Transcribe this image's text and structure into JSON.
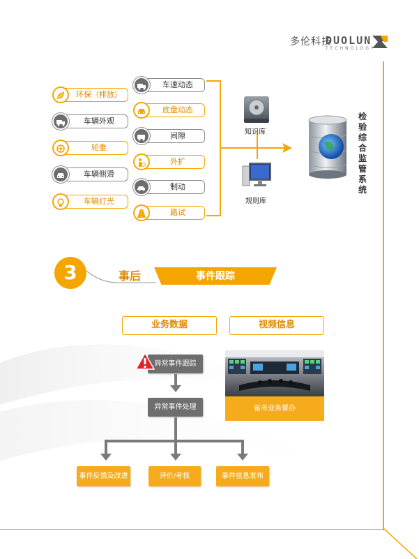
{
  "brand": {
    "name_cn": "多伦科技",
    "name_en": "DUOLUN",
    "tagline_en": "TECHNOLOGY"
  },
  "left_items": [
    {
      "label": "环保（排放）",
      "style": "orange",
      "icon": "leaf-icon"
    },
    {
      "label": "车辆外观",
      "style": "gray",
      "icon": "truck-icon"
    },
    {
      "label": "轮重",
      "style": "orange",
      "icon": "wheel-icon"
    },
    {
      "label": "车辆侧滑",
      "style": "gray",
      "icon": "car-front-icon"
    },
    {
      "label": "车辆灯光",
      "style": "orange",
      "icon": "bulb-icon"
    }
  ],
  "middle_items": [
    {
      "label": "车速动态",
      "style": "gray",
      "icon": "truck-icon"
    },
    {
      "label": "底盘动态",
      "style": "orange",
      "icon": "car-front-icon"
    },
    {
      "label": "间隙",
      "style": "gray",
      "icon": "van-icon"
    },
    {
      "label": "外扩",
      "style": "orange",
      "icon": "person-icon"
    },
    {
      "label": "制动",
      "style": "gray",
      "icon": "car-side-icon"
    },
    {
      "label": "路试",
      "style": "orange",
      "icon": "road-icon"
    }
  ],
  "knowledge_base": "知识库",
  "rules_base": "规则库",
  "system_title": "检验综合监管系统",
  "section": {
    "number": "3",
    "title": "事后",
    "banner": "事件跟踪"
  },
  "headers": {
    "business": "业务数据",
    "video": "视频信息"
  },
  "flow": {
    "abnormal_tracking": "异常事件跟踪",
    "abnormal_handling": "异常事件处理",
    "outputs": [
      "事件反馈及改进",
      "评价/考核",
      "事件信息发布"
    ]
  },
  "video_caption": "省市业务督办",
  "colors": {
    "accent": "#f5a500",
    "gray": "#6e6e6e"
  }
}
